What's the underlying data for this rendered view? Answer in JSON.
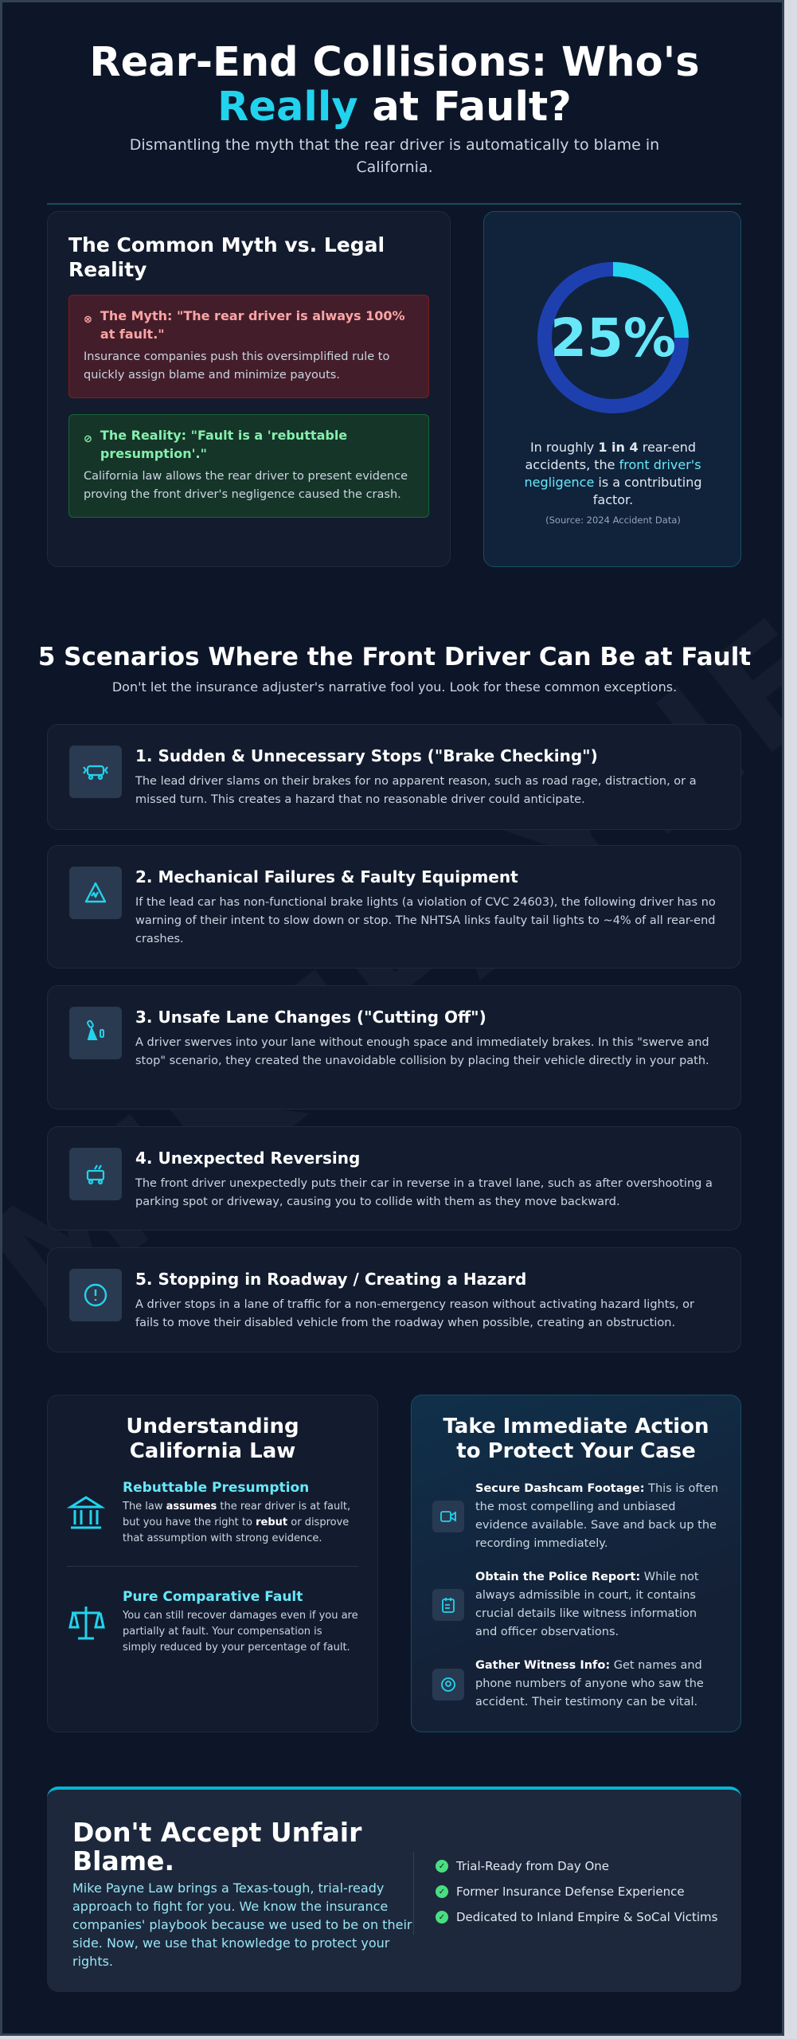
{
  "watermark": "MIKEPAYNELAW.COM",
  "header": {
    "title_part1": "Rear-End Collisions: Who's",
    "title_highlight": "Really",
    "title_part2": "at Fault?",
    "subtitle": "Dismantling the myth that the rear driver is automatically to blame in California."
  },
  "myth_section": {
    "title": "The Common Myth vs. Legal Reality",
    "myth": {
      "icon": "x-circle-icon",
      "title": "The Myth: \"The rear driver is always 100% at fault.\"",
      "text": "Insurance companies push this oversimplified rule to quickly assign blame and minimize payouts."
    },
    "reality": {
      "icon": "check-circle-icon",
      "title": "The Reality: \"Fault is a 'rebuttable presumption'.\"",
      "text": "California law allows the rear driver to present evidence proving the front driver's negligence caused the crash."
    }
  },
  "stat": {
    "value_label": "25%",
    "fraction": 0.25,
    "text_pre": "In roughly ",
    "text_bold": "1 in 4",
    "text_mid": " rear-end accidents, the ",
    "text_highlight": "front driver's negligence",
    "text_post": " is a contributing factor.",
    "source": "(Source: 2024 Accident Data)",
    "colors": {
      "fill": "#22d3ee",
      "track": "#1e40af"
    }
  },
  "scenarios": {
    "title": "5 Scenarios Where the Front Driver Can Be at Fault",
    "subtitle": "Don't let the insurance adjuster's narrative fool you. Look for these common exceptions.",
    "items": [
      {
        "icon": "car-braking-icon",
        "title": "1. Sudden & Unnecessary Stops (\"Brake Checking\")",
        "text": "The lead driver slams on their brakes for no apparent reason, such as road rage, distraction, or a missed turn. This creates a hazard that no reasonable driver could anticipate."
      },
      {
        "icon": "warning-triangle-icon",
        "title": "2. Mechanical Failures & Faulty Equipment",
        "text": "If the lead car has non-functional brake lights (a violation of CVC 24603), the following driver has no warning of their intent to slow down or stop. The NHTSA links faulty tail lights to ~4% of all rear-end crashes."
      },
      {
        "icon": "lane-change-icon",
        "title": "3. Unsafe Lane Changes (\"Cutting Off\")",
        "text": "A driver swerves into your lane without enough space and immediately brakes. In this \"swerve and stop\" scenario, they created the unavoidable collision by placing their vehicle directly in your path."
      },
      {
        "icon": "car-reverse-icon",
        "title": "4. Unexpected Reversing",
        "text": "The front driver unexpectedly puts their car in reverse in a travel lane, such as after overshooting a parking spot or driveway, causing you to collide with them as they move backward."
      },
      {
        "icon": "alert-circle-icon",
        "title": "5. Stopping in Roadway / Creating a Hazard",
        "text": "A driver stops in a lane of traffic for a non-emergency reason without activating hazard lights, or fails to move their disabled vehicle from the roadway when possible, creating an obstruction."
      }
    ]
  },
  "law": {
    "title": "Understanding California Law",
    "items": [
      {
        "icon": "courthouse-icon",
        "title": "Rebuttable Presumption",
        "t1": "The law ",
        "b1": "assumes",
        "t2": " the rear driver is at fault, but you have the right to ",
        "b2": "rebut",
        "t3": " or disprove that assumption with strong evidence."
      },
      {
        "icon": "scales-icon",
        "title": "Pure Comparative Fault",
        "t1": "You can still recover damages even if you are partially at fault. Your compensation is simply reduced by your percentage of fault."
      }
    ]
  },
  "action": {
    "title": "Take Immediate Action to Protect Your Case",
    "items": [
      {
        "icon": "video-camera-icon",
        "bold": "Secure Dashcam Footage:",
        "text": " This is often the most compelling and unbiased evidence available. Save and back up the recording immediately."
      },
      {
        "icon": "report-icon",
        "bold": "Obtain the Police Report:",
        "text": " While not always admissible in court, it contains crucial details like witness information and officer observations."
      },
      {
        "icon": "witness-icon",
        "bold": "Gather Witness Info:",
        "text": " Get names and phone numbers of anyone who saw the accident. Their testimony can be vital."
      }
    ]
  },
  "cta": {
    "title": "Don't Accept Unfair Blame.",
    "text": "Mike Payne Law brings a Texas-tough, trial-ready approach to fight for you. We know the insurance companies' playbook because we used to be on their side. Now, we use that knowledge to protect your rights.",
    "points": [
      "Trial-Ready from Day One",
      "Former Insurance Defense Experience",
      "Dedicated to Inland Empire & SoCal Victims"
    ]
  }
}
